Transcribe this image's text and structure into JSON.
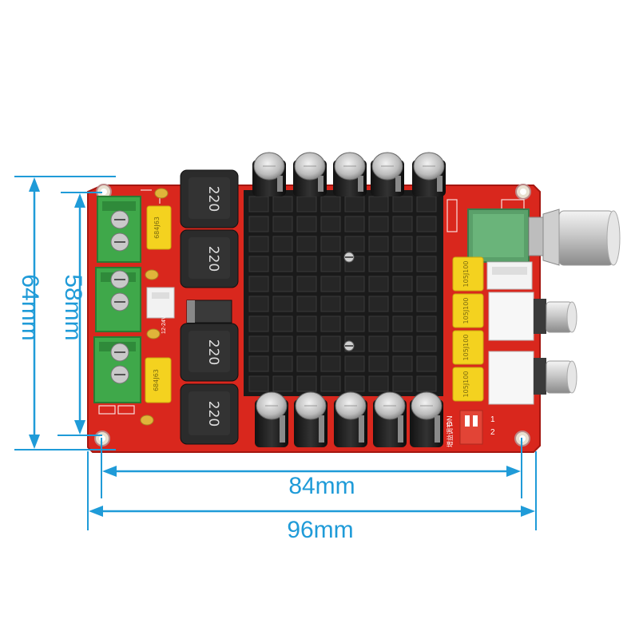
{
  "dimensions": {
    "height_outer": "64mm",
    "height_inner": "58mm",
    "width_inner": "84mm",
    "width_outer": "96mm"
  },
  "board": {
    "inductor_labels": [
      "220",
      "220",
      "220",
      "220"
    ],
    "film_cap_labels": [
      "105J100",
      "105J100",
      "105J100",
      "105J100"
    ],
    "small_film_cap_labels": [
      "684J63",
      "684J63"
    ],
    "dip_switch_label": "ON",
    "dip_switch_numbers": [
      "1",
      "2"
    ],
    "dip_switch_caption": "增益调节",
    "silk_voltage": "12-24V"
  },
  "colors": {
    "pcb": "#d9271d",
    "dimension_lines": "#1f9bd8",
    "heatsink": "#1a1a1a",
    "terminal": "#3fa84a",
    "film_cap": "#f4d21f"
  }
}
